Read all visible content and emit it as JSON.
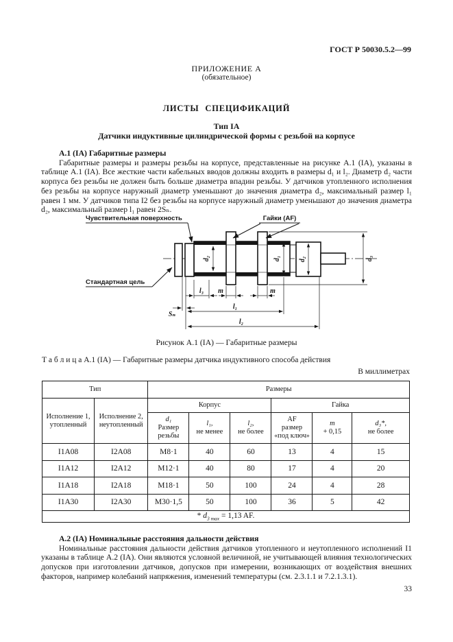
{
  "page": {
    "doc_code": "ГОСТ Р 50030.5.2—99",
    "page_number": "33"
  },
  "appendix": {
    "title": "ПРИЛОЖЕНИЕ А",
    "subtitle": "(обязательное)",
    "heading": "ЛИСТЫ СПЕЦИФИКАЦИЙ",
    "type_heading": "Тип IA",
    "type_subheading": "Датчики индуктивные цилиндрической формы с резьбой на корпусе"
  },
  "section_a1": {
    "heading": "А.1 (IA) Габаритные размеры",
    "paragraph": "Габаритные размеры и размеры резьбы на корпусе, представленные на рисунке А.1 (IA), указаны в таблице А.1 (IA). Все жесткие части кабельных вводов должны входить в размеры d₁ и l₂. Диаметр d₂ части корпуса без резьбы не должен быть больше диаметра впадин резьбы. У датчиков утопленного исполнения без резьбы на корпусе наружный диаметр уменьшают до значения диаметра d₂, максимальный размер l₁ равен 1 мм. У датчиков типа I2 без резьбы на корпусе наружный диаметр уменьшают до значения диаметра d₂, максимальный размер l₁ равен 2Sₙ."
  },
  "figure": {
    "caption": "Рисунок А.1 (IA) — Габаритные размеры",
    "labels": {
      "sensitive_surface": "Чувствительная поверхность",
      "nuts": "Гайки (AF)",
      "standard_target": "Стандартная цель"
    },
    "dims": {
      "d1": "d₁",
      "d2_left": "d₂",
      "d2_right": "d₂",
      "d3": "d₃",
      "sn": "Sₙ",
      "l1": "l₁",
      "l2": "l₂",
      "l3": "l₃",
      "m1": "m",
      "m2": "m"
    }
  },
  "table": {
    "label": "Т а б л и ц а  А.1 (IA) — Габаритные размеры датчика индуктивного способа действия",
    "units_note": "В миллиметрах",
    "header": {
      "type": "Тип",
      "sizes": "Размеры",
      "exec1": "Исполнение 1,\nутопленный",
      "exec2": "Исполнение 2,\nнеутопленный",
      "body_group": "Корпус",
      "nut_group": "Гайка",
      "col_d1": "d₁\nРазмер\nрезьбы",
      "col_l1": "l₁,\nне менее",
      "col_l2": "l₂,\nне более",
      "col_af": "AF\nразмер\n«под ключ»",
      "col_m": "m\n+ 0,15",
      "col_d3": "d₃*,\nне более"
    },
    "rows": [
      [
        "I1A08",
        "I2A08",
        "М8·1",
        "40",
        "60",
        "13",
        "4",
        "15"
      ],
      [
        "I1A12",
        "I2A12",
        "М12·1",
        "40",
        "80",
        "17",
        "4",
        "20"
      ],
      [
        "I1A18",
        "I2A18",
        "М18·1",
        "50",
        "100",
        "24",
        "4",
        "28"
      ],
      [
        "I1A30",
        "I2A30",
        "М30·1,5",
        "50",
        "100",
        "36",
        "5",
        "42"
      ]
    ],
    "footnote": {
      "pre": "* ",
      "var": "d",
      "sub": "3 max",
      "post": " = 1,13 AF."
    }
  },
  "section_a2": {
    "heading": "А.2 (IA) Номинальные расстояния дальности действия",
    "paragraph": "Номинальные расстояния дальности действия датчиков утопленного и неутопленного исполнений I1 указаны в таблице А.2 (IA). Они являются условной величиной, не учитывающей влияния технологических допусков при изготовлении датчиков, допусков при измерении, возникающих от воздействия внешних факторов, например колебаний напряжения, изменений температуры (см. 2.3.1.1 и 7.2.1.3.1)."
  }
}
